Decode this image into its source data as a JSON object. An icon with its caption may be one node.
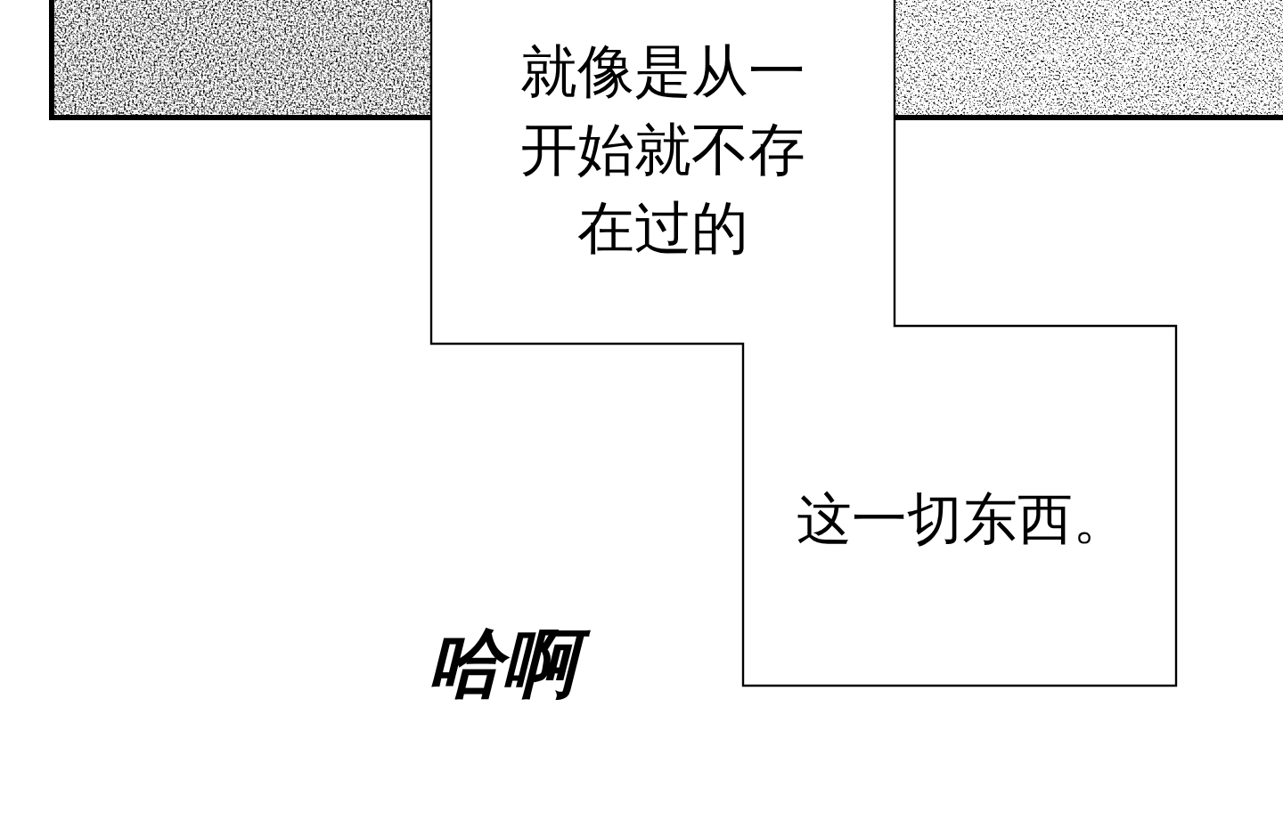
{
  "diagram": {
    "labels": [
      "就像是从一开始就不存在过的",
      "这一切东西。",
      "哈啊"
    ]
  }
}
